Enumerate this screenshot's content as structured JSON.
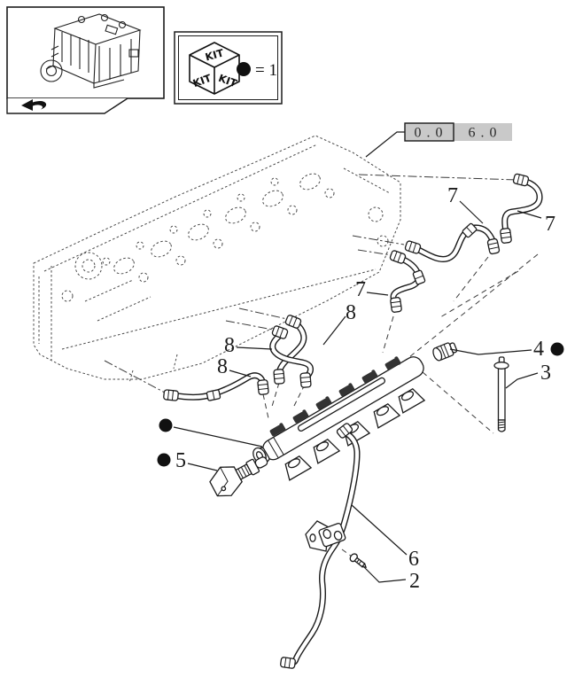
{
  "section_code": {
    "boxed": "0 . 0",
    "suffix": "6 . 0"
  },
  "kit_legend": {
    "cube_top": "KIT",
    "cube_left": "KIT",
    "cube_right": "KIT",
    "equation": "= 1"
  },
  "callouts": {
    "pipe7_top": "7",
    "pipe7_right": "7",
    "pipe7_low": "7",
    "pipe8_upper": "8",
    "pipe8_mid": "8",
    "pipe8_low": "8",
    "plug": "4",
    "stud": "3",
    "sensor": "5",
    "return_pipe": "6",
    "screw": "2"
  },
  "colors": {
    "line": "#1b1b1b",
    "plate_bg": "#c9c9c9",
    "paper": "#ffffff",
    "kit_dot": "#111111"
  }
}
